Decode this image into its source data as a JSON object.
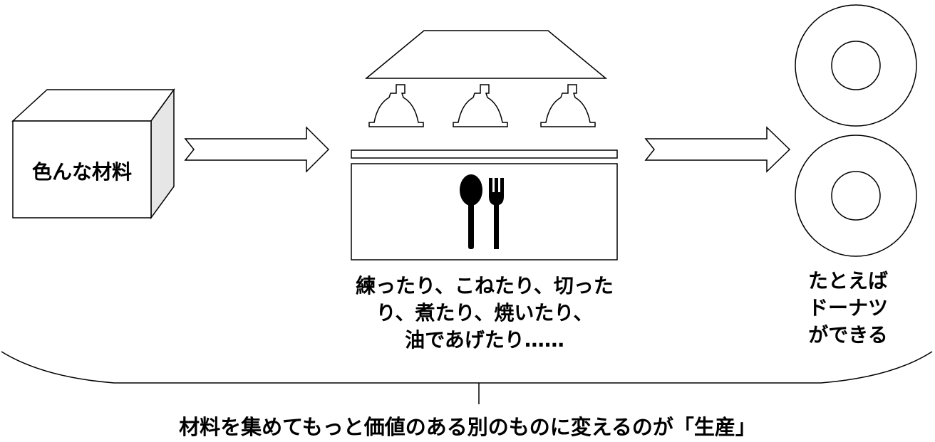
{
  "colors": {
    "stroke": "#000000",
    "box_side": "#e6e6e6",
    "background": "#ffffff"
  },
  "icons": [
    "spoon-icon",
    "fork-icon"
  ],
  "materials_box": {
    "label": "色んな材料"
  },
  "process": {
    "caption_lines": [
      "練ったり、こねたり、切った",
      "り、煮たり、焼いたり、",
      "油であげたり……"
    ]
  },
  "result": {
    "caption_lines": [
      "たとえば",
      "ドーナツ",
      "ができる"
    ]
  },
  "summary": {
    "text": "材料を集めてもっと価値のある別のものに変えるのが「生産」"
  }
}
